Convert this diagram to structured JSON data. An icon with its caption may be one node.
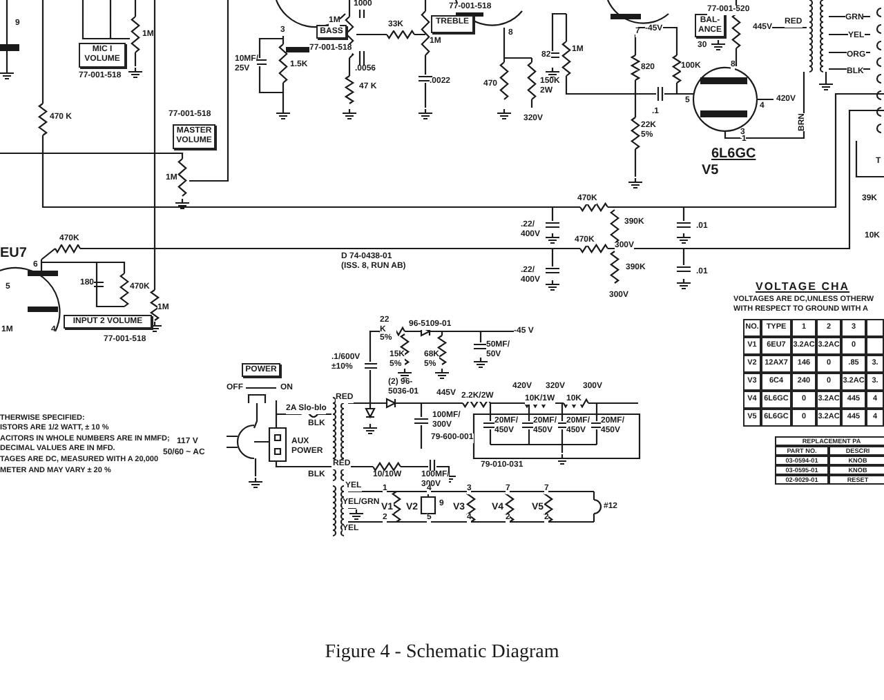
{
  "diagram": {
    "caption": "Figure 4 - Schematic Diagram",
    "nodes": [
      {
        "text": [
          "TREBLE"
        ]
      },
      {
        "text": [
          "BAL- ANCE"
        ]
      },
      {
        "text": [
          "BASS"
        ]
      },
      {
        "text": [
          "MIC I VOLUME"
        ]
      },
      {
        "text": [
          "MASTER VOLUME"
        ]
      },
      {
        "text": [
          "INPUT 2 VOLUME"
        ]
      },
      {
        "text": [
          "POWER"
        ]
      }
    ],
    "labels": [
      "9",
      "1M",
      "77-001-518",
      "470 K",
      "77-001-518",
      "1M",
      "10MF/ 25V",
      "3",
      "1.5K",
      "1000",
      "1M",
      "77-001-518",
      ".0056",
      "47 K",
      "33K",
      "77-001-518",
      "1M",
      ".0022",
      "8",
      "470",
      "150K 2W",
      "320V",
      "82",
      "1M",
      "7",
      "-45V",
      "820",
      "100K",
      ".1",
      "22K 5%",
      "77-001-520",
      "30",
      "445V",
      "RED",
      "GRN",
      "YEL",
      "ORG",
      "BLK",
      "8",
      "5",
      "4",
      "420V",
      "3",
      "1",
      "6L6GC",
      "V5",
      "BRN",
      "T",
      "39K",
      "10K",
      "470K",
      ".22/ 400V",
      "390K",
      ".01",
      "470K",
      "300V",
      ".22/ 400V",
      "390K",
      ".01",
      "300V",
      "D 74-0438-01 (ISS. 8, RUN AB)",
      "EU7",
      "470K",
      "6",
      "5",
      "180",
      "470K",
      "1M",
      "1M",
      "4",
      "77-001-518",
      "VOLTAGE CHA",
      "VOLTAGES ARE DC,UNLESS OTHERW",
      "WITH RESPECT TO GROUND WITH A",
      "NO.",
      "TYPE",
      "1",
      "2",
      "3",
      "V1",
      "6EU7",
      "3.2AC",
      "3.2AC",
      "0",
      "V2",
      "12AX7",
      "146",
      "0",
      ".85",
      "3.",
      "V3",
      "6C4",
      "240",
      "0",
      "3.2AC",
      "3.",
      "V4",
      "6L6GC",
      "0",
      "3.2AC",
      "445",
      "4",
      "V5",
      "6L6GC",
      "0",
      "3.2AC",
      "445",
      "4",
      "REPLACEMENT PA",
      "PART NO.",
      "DESCRI",
      "03-0594-01",
      "KNOB",
      "03-0595-01",
      "KNOB",
      "02-9029-01",
      "RESET",
      "THERWISE SPECIFIED:",
      "ISTORS ARE 1/2 WATT, ± 10 %",
      "ACITORS IN WHOLE NUMBERS ARE IN MMFD;",
      "DECIMAL VALUES ARE IN MFD.",
      "TAGES ARE DC, MEASURED WITH A 20,000",
      "METER AND MAY VARY ± 20 %",
      "117 V",
      "50/60 ~ AC",
      "OFF",
      "ON",
      "2A Slo-blo",
      "BLK",
      "AUX POWER",
      "RED",
      "RED",
      "BLK",
      "10/10W",
      "YEL",
      "YEL/GRN",
      "YEL",
      "22 K 5%",
      "96-5109-01",
      "-45 V",
      "15K 5%",
      "68K 5%",
      "50MF/ 50V",
      ".1/600V ±10%",
      "(2) 96-5036-01",
      "445V",
      "2.2K/2W",
      "420V",
      "320V",
      "300V",
      "10K/1W",
      "10K",
      "100MF/ 300V",
      "20MF/ 450V",
      "20MF/ 450V",
      "20MF/ 450V",
      "20MF/ 450V",
      "79-600-001",
      "79-010-031",
      "100MF/ 300V",
      "1",
      "2",
      "V1",
      "V2",
      "4",
      "9",
      "5",
      "V3",
      "3",
      "4",
      "V4",
      "7",
      "2",
      "V5",
      "7",
      "2",
      "#12"
    ]
  }
}
